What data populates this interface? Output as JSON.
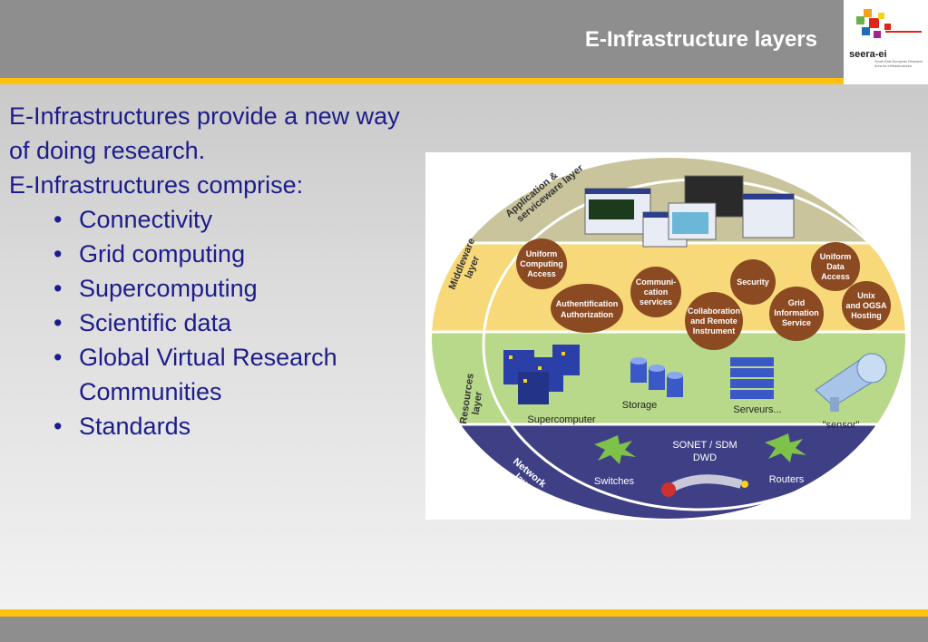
{
  "header": {
    "title": "E-Infrastructure layers"
  },
  "logo": {
    "name": "seera-ei",
    "subtitle": "South East European Research Area for eInfrastructures"
  },
  "intro": {
    "line1": "E-Infrastructures provide a new way of doing research.",
    "line2": "E-Infrastructures comprise:"
  },
  "bullets": [
    "Connectivity",
    "Grid computing",
    "Supercomputing",
    "Scientific data",
    "Global Virtual Research Communities",
    "Standards"
  ],
  "diagram": {
    "layers": {
      "application": [
        "Application &",
        "serviceware layer"
      ],
      "middleware": [
        "Middleware",
        "layer"
      ],
      "resources": [
        "Resources",
        "layer"
      ],
      "network": [
        "Network",
        "layer"
      ]
    },
    "middleware_services": {
      "uniform_computing_access": [
        "Uniform",
        "Computing",
        "Access"
      ],
      "authentification": [
        "Authentification",
        "Authorization"
      ],
      "communication": [
        "Communi-",
        "cation",
        "services"
      ],
      "collaboration": [
        "Collaboration",
        "and Remote",
        "Instrument"
      ],
      "security": [
        "Security"
      ],
      "grid_info": [
        "Grid",
        "Information",
        "Service"
      ],
      "uniform_data_access": [
        "Uniform",
        "Data",
        "Access"
      ],
      "unix_ogsa": [
        "Unix",
        "and OGSA",
        "Hosting"
      ]
    },
    "resources": {
      "supercomputer": "Supercomputer",
      "storage": "Storage",
      "serveurs": "Serveurs...",
      "sensor": "\"sensor\""
    },
    "network": {
      "switches": "Switches",
      "sonet": [
        "SONET / SDM",
        "DWD"
      ],
      "routers": "Routers"
    },
    "colors": {
      "application": "#c9c49c",
      "middleware": "#f7d97a",
      "resources": "#b9d98a",
      "network": "#3f3f86",
      "service_bubble": "#8b4a22"
    }
  }
}
